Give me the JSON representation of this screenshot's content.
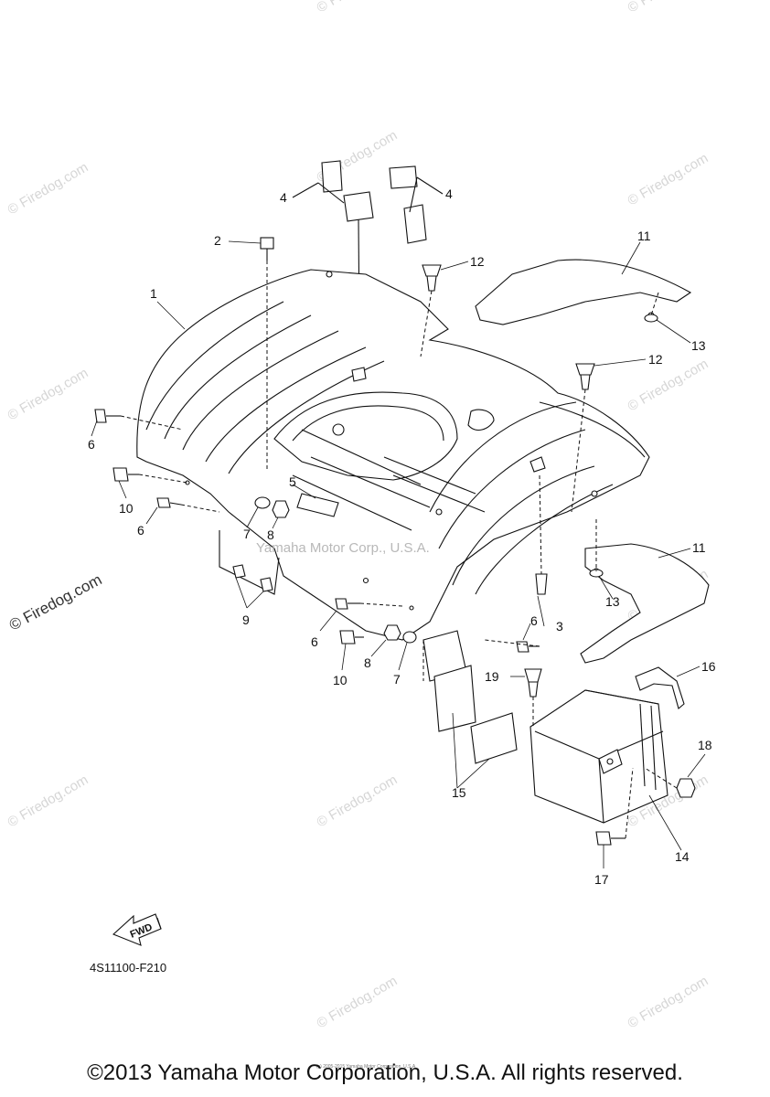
{
  "diagram": {
    "part_code": "4S11100-F210",
    "fwd_label": "FWD",
    "center_watermark": "Yamaha Motor Corp., U.S.A.",
    "tiny_footer": "(c) 2005-2015 Yamaha Motor Corporation, U.S.A.",
    "watermark_text": "© Firedog.com",
    "callouts": {
      "c1": "1",
      "c2": "2",
      "c3": "3",
      "c4a": "4",
      "c4b": "4",
      "c5": "5",
      "c6a": "6",
      "c6b": "6",
      "c6c": "6",
      "c6d": "6",
      "c7a": "7",
      "c7b": "7",
      "c8a": "8",
      "c8b": "8",
      "c9": "9",
      "c10a": "10",
      "c10b": "10",
      "c11a": "11",
      "c11b": "11",
      "c12a": "12",
      "c12b": "12",
      "c13a": "13",
      "c13b": "13",
      "c14": "14",
      "c15": "15",
      "c16": "16",
      "c17": "17",
      "c18": "18",
      "c19": "19"
    }
  },
  "footer": {
    "copyright": "©2013 Yamaha Motor Corporation, U.S.A. All rights reserved."
  }
}
